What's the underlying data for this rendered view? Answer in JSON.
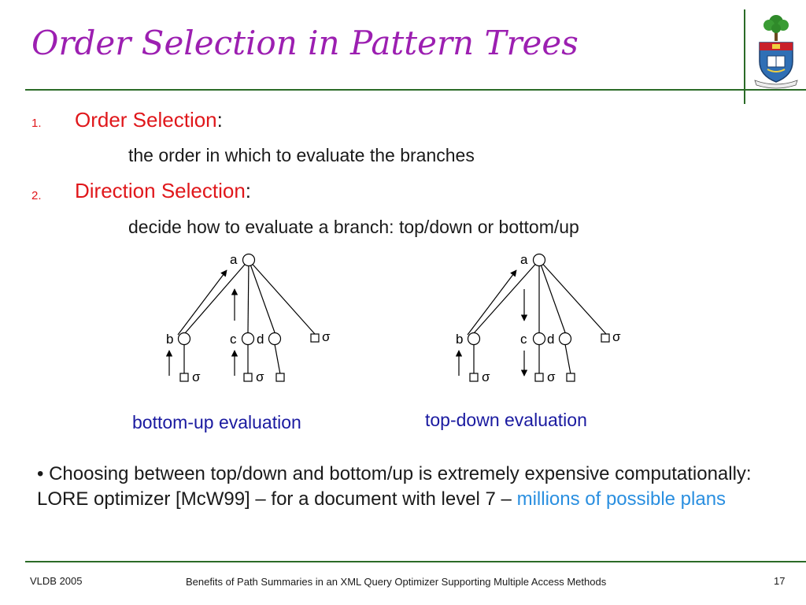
{
  "title": "Order Selection in Pattern Trees",
  "items": [
    {
      "number": "1.",
      "heading": "Order Selection",
      "colon": ":",
      "text": "the order in which to evaluate the branches"
    },
    {
      "number": "2.",
      "heading": "Direction Selection",
      "colon": ":",
      "text": "decide how to evaluate a branch: top/down or bottom/up"
    }
  ],
  "diagram": {
    "trees": [
      {
        "caption": "bottom-up evaluation",
        "nodes": [
          "a",
          "b",
          "c",
          "d"
        ],
        "leaf_symbol": "σ"
      },
      {
        "caption": "top-down evaluation",
        "nodes": [
          "a",
          "b",
          "c",
          "d"
        ],
        "leaf_symbol": "σ"
      }
    ],
    "caption_color": "#1a1aa0"
  },
  "note": {
    "bullet": "•",
    "text": "Choosing between top/down and bottom/up is extremely expensive computationally: LORE optimizer [McW99] – for a document with level 7 –",
    "highlight": "millions of possible plans"
  },
  "footer": {
    "left": "VLDB 2005",
    "center": "Benefits of Path Summaries in an XML Query Optimizer Supporting Multiple Access Methods",
    "page": "17"
  },
  "colors": {
    "title": "#9c1fb1",
    "heading": "#e0171b",
    "highlight": "#2a8fe0",
    "rule": "#2b6b27"
  },
  "logo": {
    "name": "university-crest-icon"
  }
}
